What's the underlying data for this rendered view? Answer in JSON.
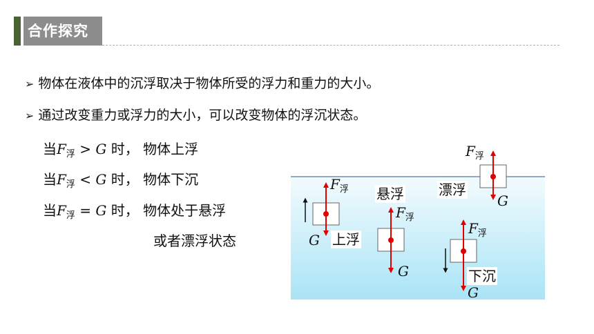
{
  "header": {
    "title": "合作探究"
  },
  "bullets": [
    "物体在液体中的沉浮取决于物体所受的浮力和重力的大小。",
    "通过改变重力或浮力的大小，可以改变物体的浮沉状态。"
  ],
  "conditions": [
    {
      "F": "F",
      "sub": "浮",
      "op": " > ",
      "G": "G",
      "result": " 时， 物体上浮"
    },
    {
      "F": "F",
      "sub": "浮",
      "op": " < ",
      "G": "G",
      "result": " 时， 物体下沉"
    },
    {
      "F": "F",
      "sub": "浮",
      "op": " = ",
      "G": "G",
      "result": " 时， 物体处于悬浮"
    }
  ],
  "condition_extra": "或者漂浮状态",
  "diagram": {
    "states": {
      "rise": "上浮",
      "suspend": "悬浮",
      "float": "漂浮",
      "sink": "下沉"
    },
    "force_F": "F",
    "force_sub": "浮",
    "force_G": "G",
    "colors": {
      "water_top": "#f3fbfe",
      "water_bottom": "#a9e4f6",
      "surface": "#6e8cb0",
      "arrow": "#e00000",
      "block": "#ffffff"
    }
  }
}
